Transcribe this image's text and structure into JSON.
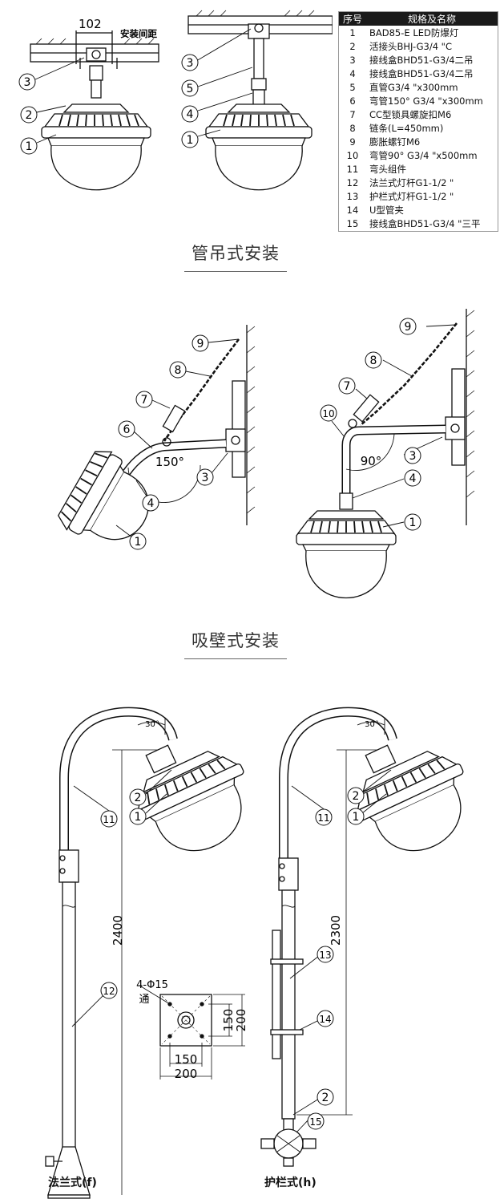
{
  "parts_table": {
    "headers": [
      "序号",
      "规格及名称"
    ],
    "rows": [
      {
        "no": "1",
        "name": "BAD85-E LED防爆灯"
      },
      {
        "no": "2",
        "name": "活接头BHJ-G3/4 \"C"
      },
      {
        "no": "3",
        "name": "接线盒BHD51-G3/4二吊"
      },
      {
        "no": "4",
        "name": "接线盒BHD51-G3/4二吊"
      },
      {
        "no": "5",
        "name": "直管G3/4 \"x300mm"
      },
      {
        "no": "6",
        "name": "弯管150° G3/4 \"x300mm"
      },
      {
        "no": "7",
        "name": "CC型锁具螺旋扣M6"
      },
      {
        "no": "8",
        "name": "链条(L=450mm)"
      },
      {
        "no": "9",
        "name": "膨胀螺钉M6"
      },
      {
        "no": "10",
        "name": "弯管90° G3/4 \"x500mm"
      },
      {
        "no": "11",
        "name": "弯头组件"
      },
      {
        "no": "12",
        "name": "法兰式灯杆G1-1/2 \""
      },
      {
        "no": "13",
        "name": "护栏式灯杆G1-1/2 \""
      },
      {
        "no": "14",
        "name": "U型管夹"
      },
      {
        "no": "15",
        "name": "接线盒BHD51-G3/4 \"三平"
      }
    ]
  },
  "top_diagram": {
    "dim_value": "102",
    "dim_label": "安装间距",
    "callouts_left": [
      "3",
      "2",
      "1"
    ],
    "callouts_right": [
      "3",
      "5",
      "4",
      "1"
    ]
  },
  "pipe_section_title": "管吊式安装",
  "wall_diagram": {
    "left_callouts": [
      "9",
      "8",
      "7",
      "6",
      "3",
      "4",
      "1"
    ],
    "left_angle": "150°",
    "right_callouts": [
      "9",
      "8",
      "7",
      "10",
      "3",
      "4",
      "1"
    ],
    "right_angle": "90°"
  },
  "wall_section_title": "吸壁式安装",
  "pole_diagram": {
    "left": {
      "angle": "30°",
      "callouts": [
        "2",
        "1",
        "11",
        "12"
      ],
      "height": "2400",
      "label": "法兰式(f)"
    },
    "flange_plate": {
      "hole_label": "4-Φ15",
      "hole_note": "通",
      "dims": [
        "150",
        "200",
        "150",
        "200"
      ]
    },
    "right": {
      "angle": "30°",
      "callouts": [
        "2",
        "1",
        "11",
        "13",
        "14",
        "2",
        "15"
      ],
      "height": "2300",
      "label": "护栏式(h)"
    }
  }
}
